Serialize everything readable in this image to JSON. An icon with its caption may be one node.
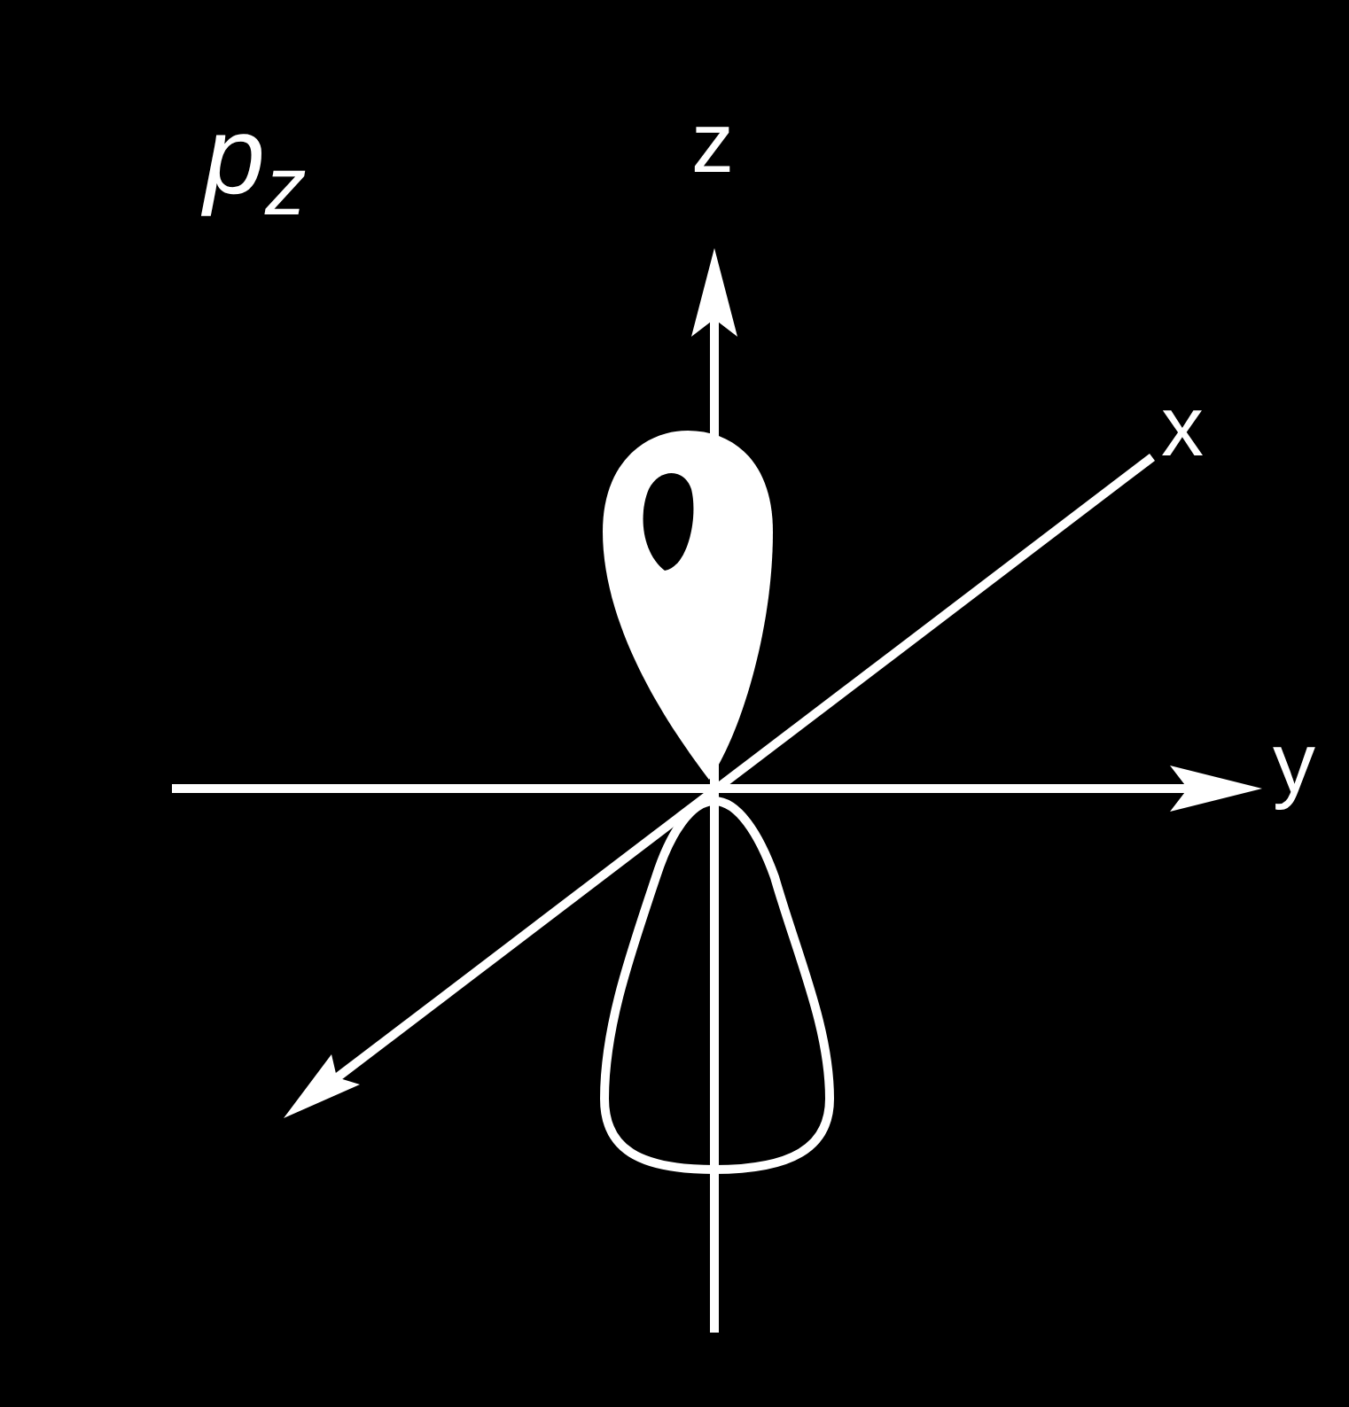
{
  "diagram": {
    "title": "p$_{z}$",
    "labels": [
      "z",
      "x",
      "y"
    ]
  }
}
